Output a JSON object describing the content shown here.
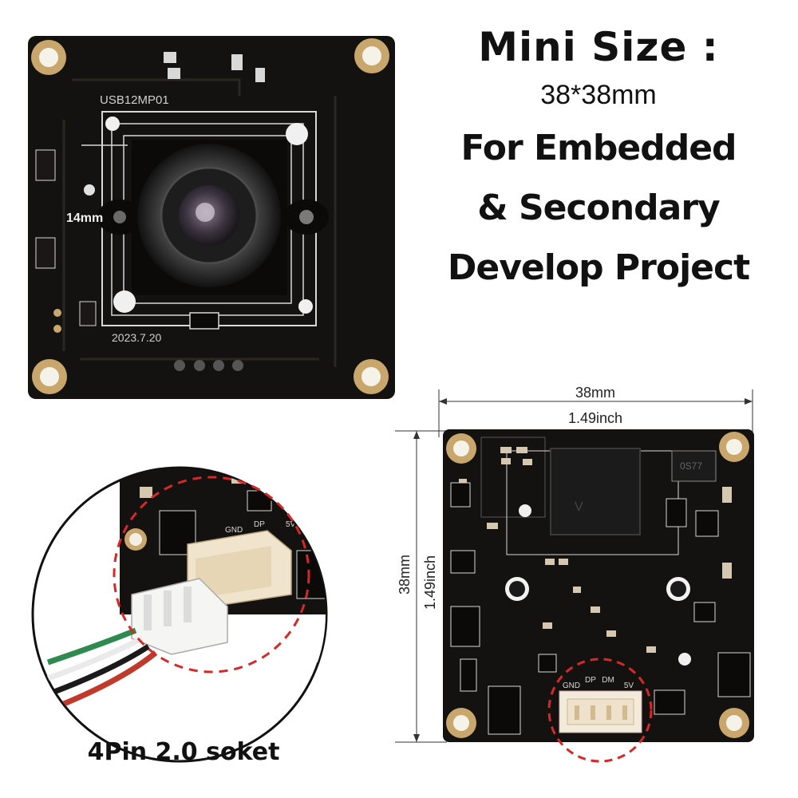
{
  "headline": {
    "title": "Mini Size :",
    "size": "38*38mm",
    "line1": "For Embedded",
    "line2": "& Secondary",
    "line3": "Develop Project"
  },
  "front_board": {
    "model": "USB12MP01",
    "date": "2023.7.20",
    "lens_label": "14mm"
  },
  "back_board": {
    "width_mm": "38mm",
    "width_in": "1.49inch",
    "height_mm": "38mm",
    "height_in": "1.49inch",
    "connector_labels": [
      "GND",
      "DP",
      "DM",
      "5V"
    ],
    "chip_mark": "0S77"
  },
  "socket_caption": "4Pin 2.0 soket",
  "colors": {
    "pcb": "#141210",
    "silk": "#d8d8d8",
    "pad_gold": "#c9a66b",
    "dash_red": "#d62828"
  }
}
